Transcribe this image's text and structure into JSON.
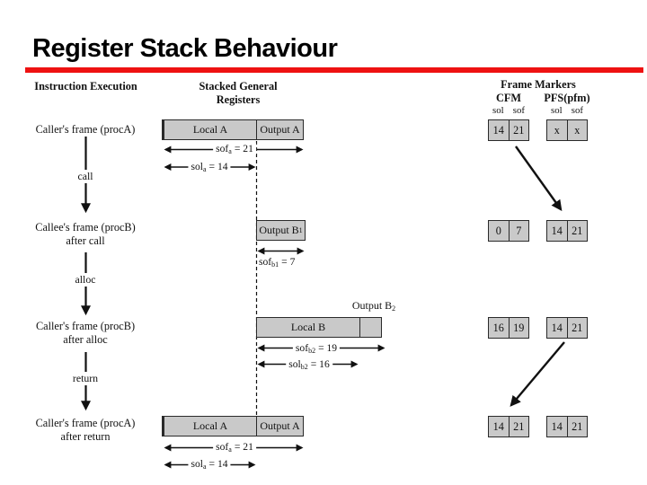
{
  "slide": {
    "title": "Register Stack Behaviour",
    "accent_color": "#ee1212",
    "box_fill": "#c9c9c9",
    "line_color": "#111111"
  },
  "columns": {
    "instruction": {
      "header": "Instruction Execution"
    },
    "registers": {
      "header_line1": "Stacked General",
      "header_line2": "Registers"
    },
    "markers": {
      "header": "Frame Markers",
      "cfm_label": "CFM",
      "pfs_label": "PFS(pfm)",
      "sol_label": "sol",
      "sof_label": "sof"
    }
  },
  "flow": {
    "states": [
      {
        "line1": "Caller's frame (procA)",
        "line2": ""
      },
      {
        "line1": "Callee's frame (procB)",
        "line2": "after call"
      },
      {
        "line1": "Caller's frame (procB)",
        "line2": "after alloc"
      },
      {
        "line1": "Caller's frame (procA)",
        "line2": "after return"
      }
    ],
    "transitions": [
      "call",
      "alloc",
      "return"
    ]
  },
  "register_stack": {
    "row1": {
      "local": "Local A",
      "output": "Output A",
      "sof": {
        "base": "sof",
        "sub": "a",
        "value": "= 21"
      },
      "sol": {
        "base": "sol",
        "sub": "a",
        "value": "= 14"
      }
    },
    "row2": {
      "output": {
        "base": "Output B",
        "sub": "1"
      },
      "sof": {
        "base": "sof",
        "sub": "b1",
        "value": "= 7"
      }
    },
    "row3": {
      "local": "Local B",
      "output_label": {
        "base": "Output B",
        "sub": "2"
      },
      "sof": {
        "base": "sof",
        "sub": "b2",
        "value": "= 19"
      },
      "sol": {
        "base": "sol",
        "sub": "b2",
        "value": "= 16"
      }
    },
    "row4": {
      "local": "Local A",
      "output": "Output A",
      "sof": {
        "base": "sof",
        "sub": "a",
        "value": "= 21"
      },
      "sol": {
        "base": "sol",
        "sub": "a",
        "value": "= 14"
      }
    }
  },
  "frame_markers": [
    {
      "cfm": {
        "sol": "14",
        "sof": "21"
      },
      "pfs": {
        "sol": "x",
        "sof": "x"
      }
    },
    {
      "cfm": {
        "sol": "0",
        "sof": "7"
      },
      "pfs": {
        "sol": "14",
        "sof": "21"
      }
    },
    {
      "cfm": {
        "sol": "16",
        "sof": "19"
      },
      "pfs": {
        "sol": "14",
        "sof": "21"
      }
    },
    {
      "cfm": {
        "sol": "14",
        "sof": "21"
      },
      "pfs": {
        "sol": "14",
        "sof": "21"
      }
    }
  ]
}
